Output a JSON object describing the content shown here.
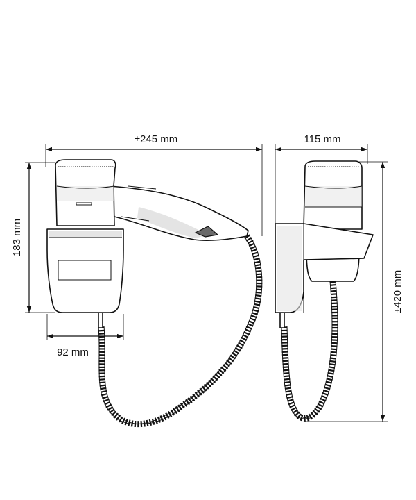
{
  "dimensions": {
    "width_label": "±245 mm",
    "height_label": "183 mm",
    "base_width_label": "92 mm",
    "depth_label": "115 mm",
    "total_height_label": "±420 mm"
  },
  "colors": {
    "line": "#111111",
    "shade": "#e4e4e4",
    "background": "#ffffff"
  }
}
